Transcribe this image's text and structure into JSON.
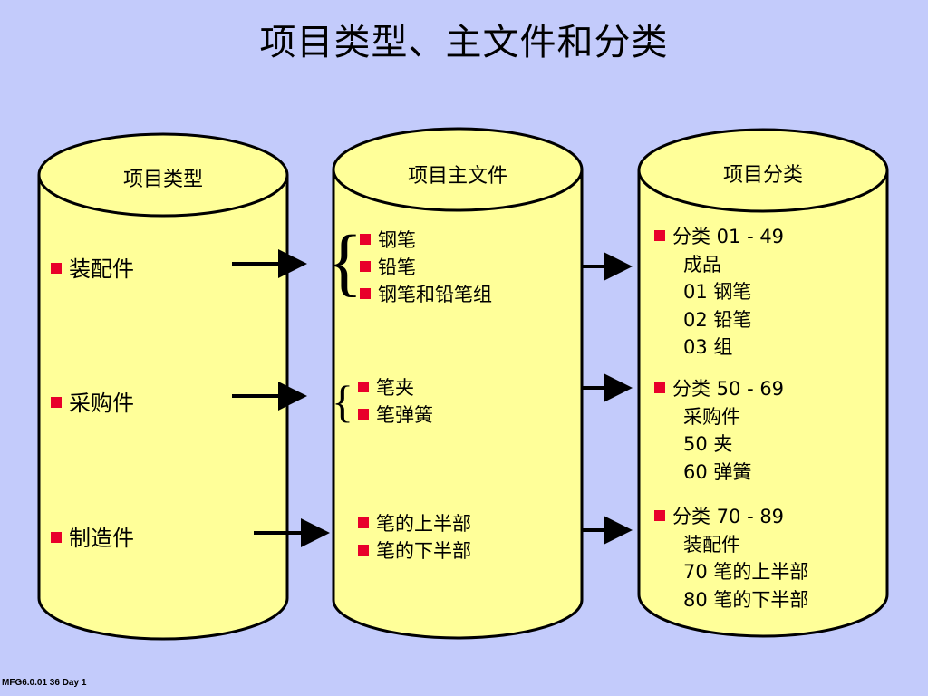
{
  "title": "项目类型、主文件和分类",
  "footer": "MFG6.0.01  36  Day 1",
  "columns": {
    "types": {
      "header": "项目类型",
      "items": [
        "装配件",
        "采购件",
        "制造件"
      ]
    },
    "master": {
      "header": "项目主文件",
      "groups": [
        [
          "钢笔",
          "铅笔",
          "钢笔和铅笔组"
        ],
        [
          "笔夹",
          "笔弹簧"
        ],
        [
          "笔的上半部",
          "笔的下半部"
        ]
      ]
    },
    "classes": {
      "header": "项目分类",
      "groups": [
        {
          "head": "分类 01 - 49",
          "lines": [
            "成品",
            "01 钢笔",
            "02 铅笔",
            "03 组"
          ]
        },
        {
          "head": "分类 50 - 69",
          "lines": [
            "采购件",
            "50 夹",
            "60 弹簧"
          ]
        },
        {
          "head": "分类 70 - 89",
          "lines": [
            "装配件",
            "70 笔的上半部",
            "80 笔的下半部"
          ]
        }
      ]
    }
  },
  "colors": {
    "background": "#c3cbfb",
    "cylinder_fill": "#ffff99",
    "cylinder_stroke": "#000000",
    "bullet": "#e8002a"
  }
}
